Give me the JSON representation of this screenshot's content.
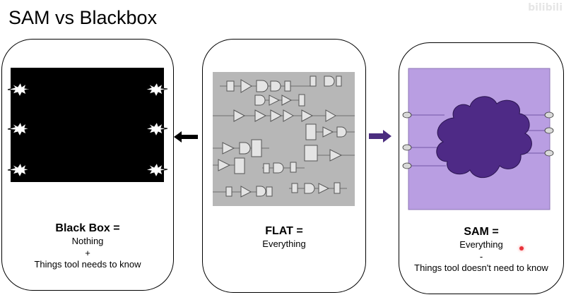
{
  "slide": {
    "title": "SAM vs Blackbox",
    "watermark": "bilibili"
  },
  "blackbox": {
    "heading": "Black Box =",
    "line1": "Nothing",
    "line2": "+",
    "line3": "Things tool needs to know"
  },
  "flat": {
    "heading": "FLAT =",
    "line1": "Everything"
  },
  "sam": {
    "heading": "SAM =",
    "line1": "Everything",
    "line2": "-",
    "line3": "Things tool doesn't need to know"
  },
  "colors": {
    "blackbox_fill": "#000000",
    "flat_fill": "#b7b7b7",
    "sam_fill": "#b99ee2",
    "sam_cloud": "#4e2a86",
    "arrow_purple": "#4b2d7f",
    "cursor_dot": "#e8323a"
  }
}
